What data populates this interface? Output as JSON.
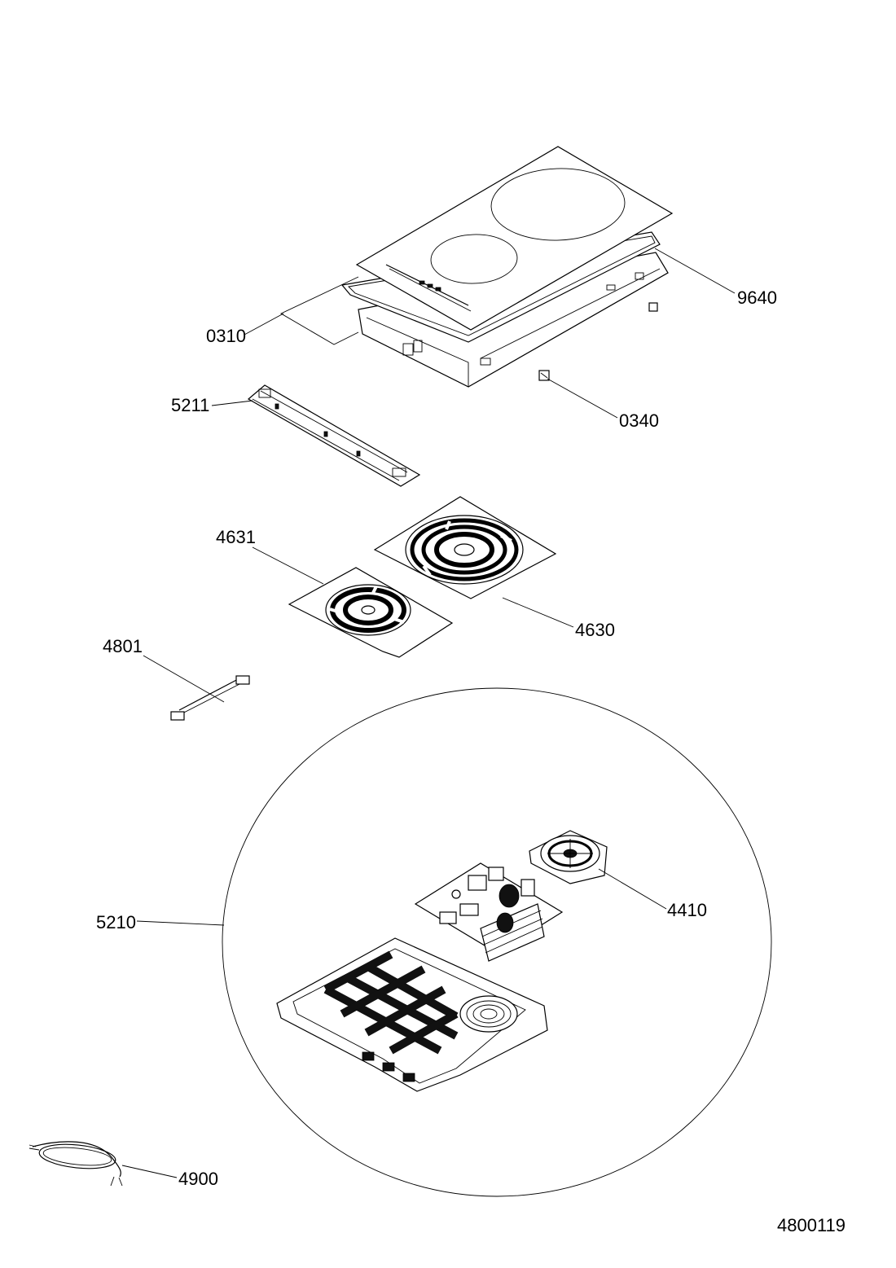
{
  "labels": {
    "glass_top": "9640",
    "frame": "0310",
    "clip": "0340",
    "control_board": "5211",
    "coil_small": "4631",
    "coil_large": "4630",
    "flat_cable": "4801",
    "lower_assembly": "5210",
    "fan": "4410",
    "power_cord": "4900",
    "drawing_number": "4800119"
  }
}
